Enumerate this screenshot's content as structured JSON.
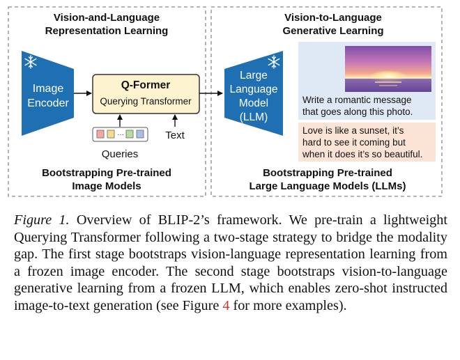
{
  "colors": {
    "encoder_blue": "#1f6fb3",
    "qformer_fill": "#fdf3cf",
    "qformer_border": "#333333",
    "dashed_border": "#8a8a8a",
    "prompt_bg": "#dfe8f5",
    "answer_bg": "#fbe3d6",
    "query_tokens": [
      "#f4a6a0",
      "#f7dc8e",
      "#b9dba0",
      "#a9bfe6"
    ]
  },
  "left_panel": {
    "title_line1": "Vision-and-Language",
    "title_line2": "Representation Learning",
    "footer_line1": "Bootstrapping Pre-trained",
    "footer_line2": "Image Models"
  },
  "right_panel": {
    "title_line1": "Vision-to-Language",
    "title_line2": "Generative Learning",
    "footer_line1": "Bootstrapping Pre-trained",
    "footer_line2": "Large Language Models (LLMs)"
  },
  "image_encoder": {
    "line1": "Image",
    "line2": "Encoder",
    "frozen_icon": "snowflake-icon"
  },
  "qformer": {
    "title": "Q-Former",
    "subtitle": "Querying Transformer"
  },
  "inputs": {
    "queries_label": "Queries",
    "text_label": "Text"
  },
  "llm": {
    "line1": "Large",
    "line2": "Language",
    "line3": "Model",
    "line4": "(LLM)",
    "frozen_icon": "snowflake-icon"
  },
  "prompt": {
    "line1": "Write a romantic message",
    "line2": "that goes along this photo."
  },
  "answer": {
    "line1": "Love is like a sunset, it’s",
    "line2": "hard to see it coming but",
    "line3": "when it does it’s so beautiful."
  },
  "caption": {
    "label": "Figure 1.",
    "text_before_ref": " Overview of BLIP-2’s framework.  We pre-train a lightweight Querying Transformer following a two-stage strategy to bridge the modality gap. The first stage bootstraps vision-language representation learning from a frozen image encoder. The second stage bootstraps vision-to-language generative learning from a frozen LLM, which enables zero-shot instructed image-to-text generation (see Figure ",
    "ref": "4",
    "text_after_ref": " for more examples)."
  }
}
